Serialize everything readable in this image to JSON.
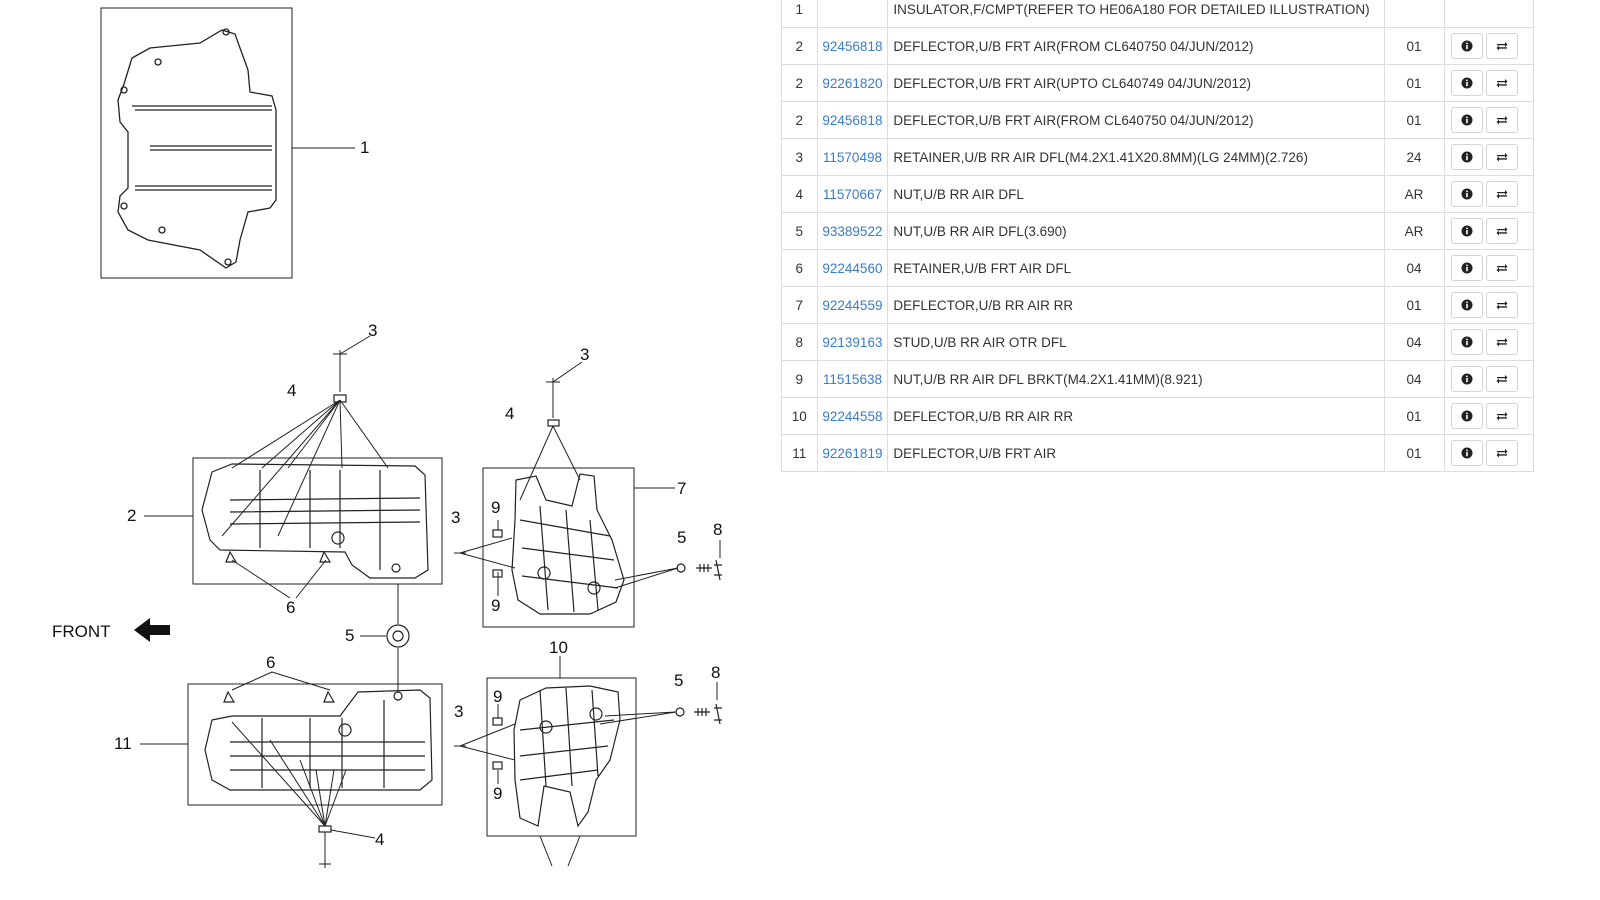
{
  "diagram": {
    "front_label": "FRONT",
    "callouts": {
      "c1": "1",
      "c2": "2",
      "c3a": "3",
      "c3b": "3",
      "c3c": "3",
      "c3d": "3",
      "c4a": "4",
      "c4b": "4",
      "c4c": "4",
      "c5a": "5",
      "c5b": "5",
      "c5c": "5",
      "c6a": "6",
      "c6b": "6",
      "c7": "7",
      "c8a": "8",
      "c8b": "8",
      "c9a": "9",
      "c9b": "9",
      "c9c": "9",
      "c9d": "9",
      "c10": "10",
      "c11": "11"
    }
  },
  "parts_table": {
    "rows": [
      {
        "ref": "1",
        "part_no": "",
        "desc": "INSULATOR,F/CMPT(REFER TO HE06A180 FOR DETAILED ILLUSTRATION)",
        "qty": ""
      },
      {
        "ref": "2",
        "part_no": "92456818",
        "desc": "DEFLECTOR,U/B FRT AIR(FROM CL640750 04/JUN/2012)",
        "qty": "01"
      },
      {
        "ref": "2",
        "part_no": "92261820",
        "desc": "DEFLECTOR,U/B FRT AIR(UPTO CL640749 04/JUN/2012)",
        "qty": "01"
      },
      {
        "ref": "2",
        "part_no": "92456818",
        "desc": "DEFLECTOR,U/B FRT AIR(FROM CL640750 04/JUN/2012)",
        "qty": "01"
      },
      {
        "ref": "3",
        "part_no": "11570498",
        "desc": "RETAINER,U/B RR AIR DFL(M4.2X1.41X20.8MM)(LG 24MM)(2.726)",
        "qty": "24"
      },
      {
        "ref": "4",
        "part_no": "11570667",
        "desc": "NUT,U/B RR AIR DFL",
        "qty": "AR"
      },
      {
        "ref": "5",
        "part_no": "93389522",
        "desc": "NUT,U/B RR AIR DFL(3.690)",
        "qty": "AR"
      },
      {
        "ref": "6",
        "part_no": "92244560",
        "desc": "RETAINER,U/B FRT AIR DFL",
        "qty": "04"
      },
      {
        "ref": "7",
        "part_no": "92244559",
        "desc": "DEFLECTOR,U/B RR AIR RR",
        "qty": "01"
      },
      {
        "ref": "8",
        "part_no": "92139163",
        "desc": "STUD,U/B RR AIR OTR DFL",
        "qty": "04"
      },
      {
        "ref": "9",
        "part_no": "11515638",
        "desc": "NUT,U/B RR AIR DFL BRKT(M4.2X1.41MM)(8.921)",
        "qty": "04"
      },
      {
        "ref": "10",
        "part_no": "92244558",
        "desc": "DEFLECTOR,U/B RR AIR RR",
        "qty": "01"
      },
      {
        "ref": "11",
        "part_no": "92261819",
        "desc": "DEFLECTOR,U/B FRT AIR",
        "qty": "01"
      }
    ],
    "icons": {
      "info": "info-circle-icon",
      "swap": "exchange-arrows-icon"
    },
    "link_color": "#3a7bc8"
  }
}
